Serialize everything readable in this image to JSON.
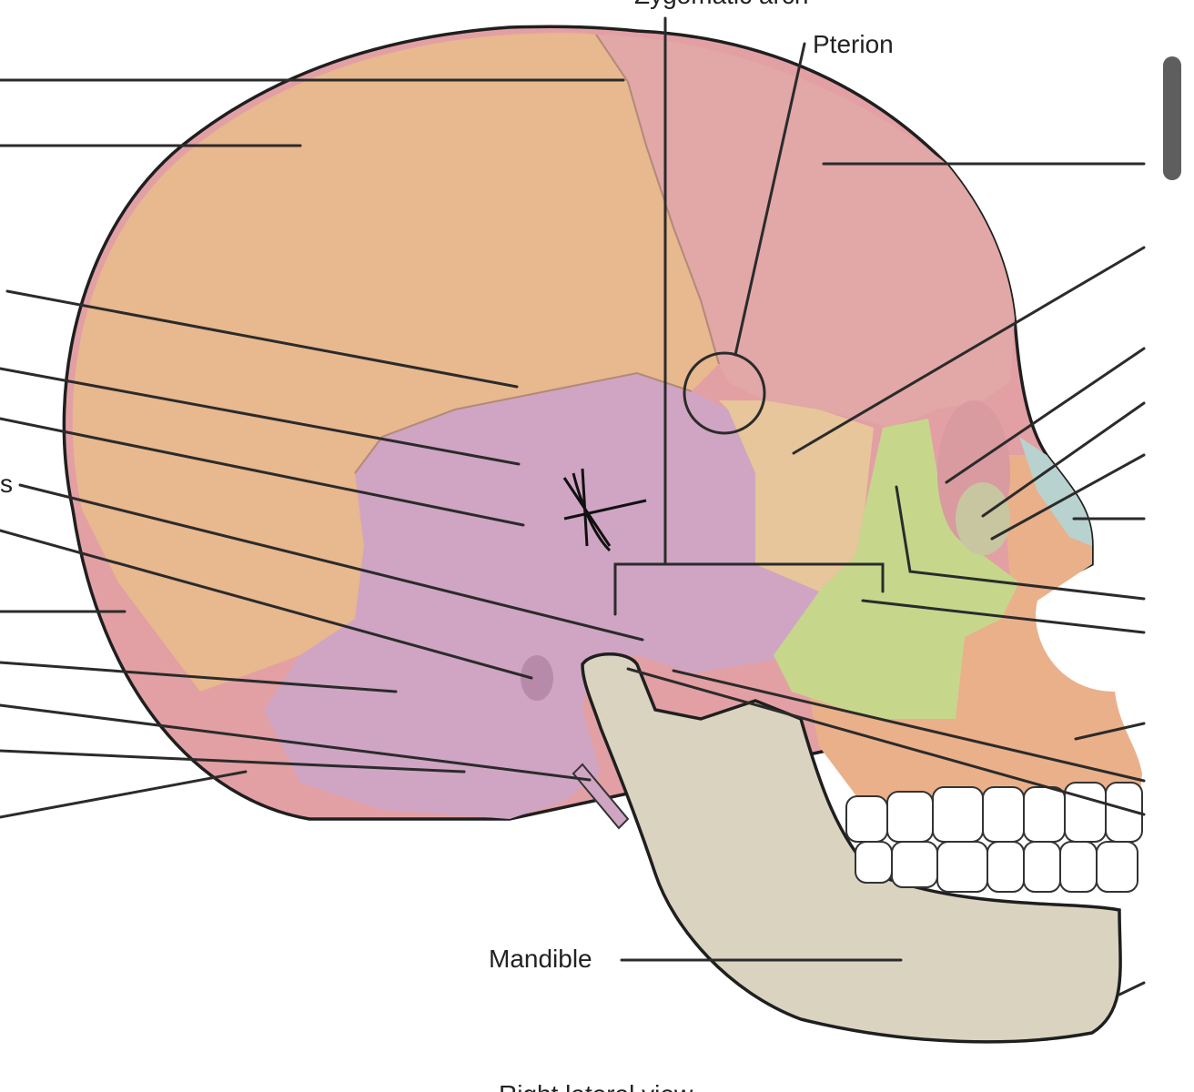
{
  "labels": {
    "zygomatic_arch": "Zygomatic arch",
    "pterion": "Pterion",
    "mandible": "Mandible",
    "view": "Right lateral view",
    "cut_left_fragment": "s"
  },
  "colors": {
    "parietal": "#e8b88e",
    "frontal": "#e2a7a7",
    "temporal": "#cfa5c3",
    "sphenoid": "#e6c69a",
    "zygomatic": "#c6d78c",
    "mandible": "#d9d3c0",
    "maxilla": "#eab08a",
    "nasal": "#b8d2cf",
    "occipital": "#e2a0a4",
    "teeth": "#ffffff",
    "outline": "#1f1f1f",
    "scrollbar": "#5e5e5e"
  },
  "icons": {
    "scrollbar": "scrollbar-thumb"
  }
}
